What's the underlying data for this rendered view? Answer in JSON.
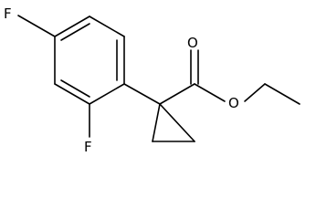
{
  "molecule": {
    "atoms": {
      "fluorine_top": "F",
      "fluorine_bottom": "F",
      "carbonyl_oxygen": "O",
      "ester_oxygen": "O"
    },
    "colors": {
      "bond": "#000000",
      "label": "#000000",
      "background": "#ffffff"
    }
  }
}
